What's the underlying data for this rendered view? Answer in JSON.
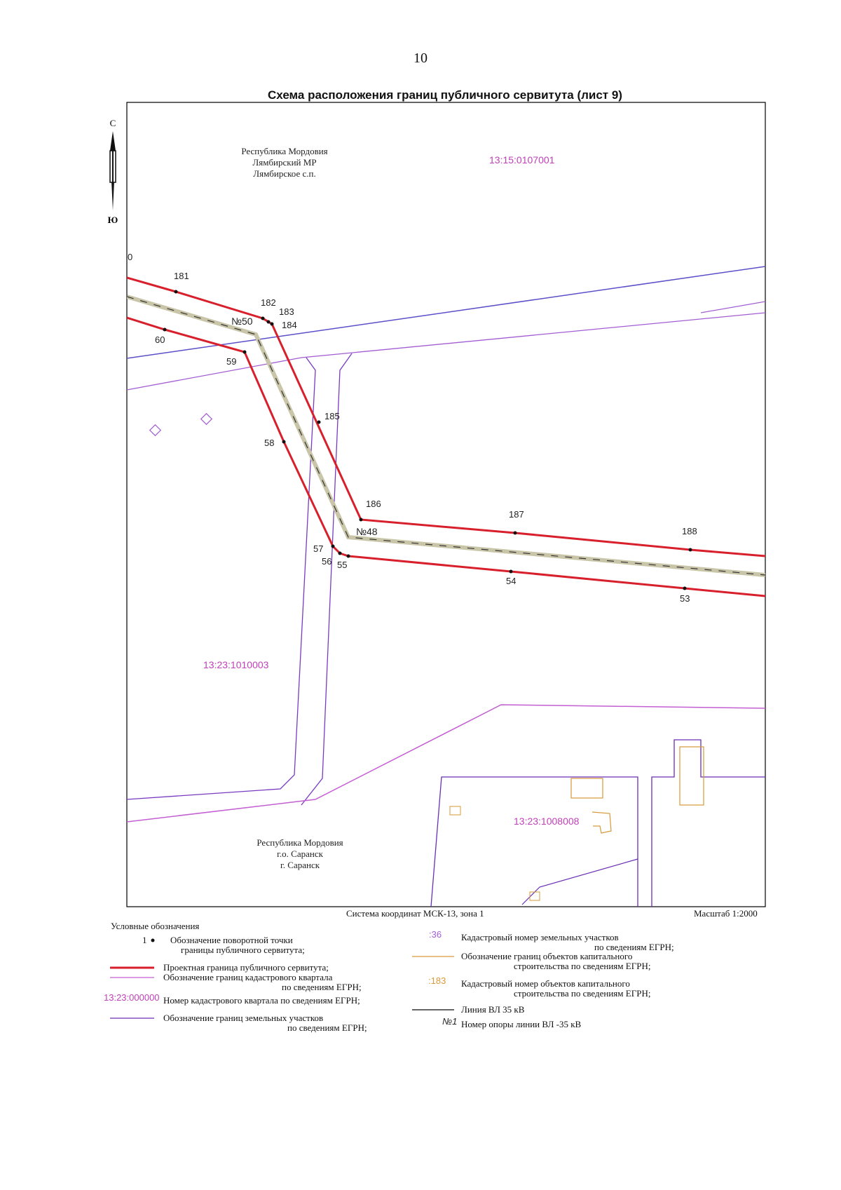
{
  "page_number": "10",
  "map": {
    "title": "Схема расположения границ публичного сервитута (лист 9)",
    "north_arrow": {
      "north": "С",
      "south": "Ю"
    },
    "region_top": [
      "Республика Мордовия",
      "Лямбирский МР",
      "Лямбирское с.п."
    ],
    "region_bottom": [
      "Республика Мордовия",
      "г.о. Саранск",
      "г. Саранск"
    ],
    "quarters": {
      "q1": "13:15:0107001",
      "q2": "13:23:1010003",
      "q3": "13:23:1008008"
    },
    "points_top": [
      "181",
      "182",
      "183",
      "184",
      "185",
      "186",
      "187",
      "188"
    ],
    "points_bottom": [
      "60",
      "59",
      "58",
      "57",
      "56",
      "55",
      "54",
      "53"
    ],
    "edge_label": "0",
    "poles": [
      "№50",
      "№48"
    ],
    "coord_system": "Система координат МСК-13, зона 1",
    "scale": "Масштаб 1:2000",
    "colors": {
      "servitude": "#d8202c",
      "quarter": "#c35fd2",
      "parcel": "#6a2fb5",
      "capital": "#d79a3a",
      "line35": "#333333",
      "pole_band": "#c9c5a8"
    }
  },
  "legend": {
    "heading": "Условные обозначения",
    "point_symbol": "1",
    "items_left": [
      {
        "text1": "Обозначение поворотной точки",
        "text2": "границы публичного сервитута;"
      },
      {
        "text1": "Проектная граница публичного сервитута;",
        "text2": ""
      },
      {
        "text1": "Обозначение границ кадастрового квартала",
        "text2": "по сведениям ЕГРН;"
      },
      {
        "sample": "13:23:000000",
        "text1": "Номер кадастрового квартала по сведениям ЕГРН;",
        "text2": ""
      },
      {
        "text1": "Обозначение границ земельных участков",
        "text2": "по сведениям ЕГРН;"
      }
    ],
    "items_right": [
      {
        "sample": ":36",
        "text1": "Кадастровый номер земельных участков",
        "text2": "по сведениям ЕГРН;"
      },
      {
        "text1": "Обозначение границ объектов капитального",
        "text2": "строительства по сведениям ЕГРН;"
      },
      {
        "sample": ":183",
        "text1": "Кадастровый номер объектов капитального",
        "text2": "строительства по сведениям ЕГРН;"
      },
      {
        "text1": "Линия ВЛ 35 кВ",
        "text2": ""
      },
      {
        "sample": "№1",
        "text1": "Номер опоры линии ВЛ -35 кВ",
        "text2": ""
      }
    ]
  }
}
